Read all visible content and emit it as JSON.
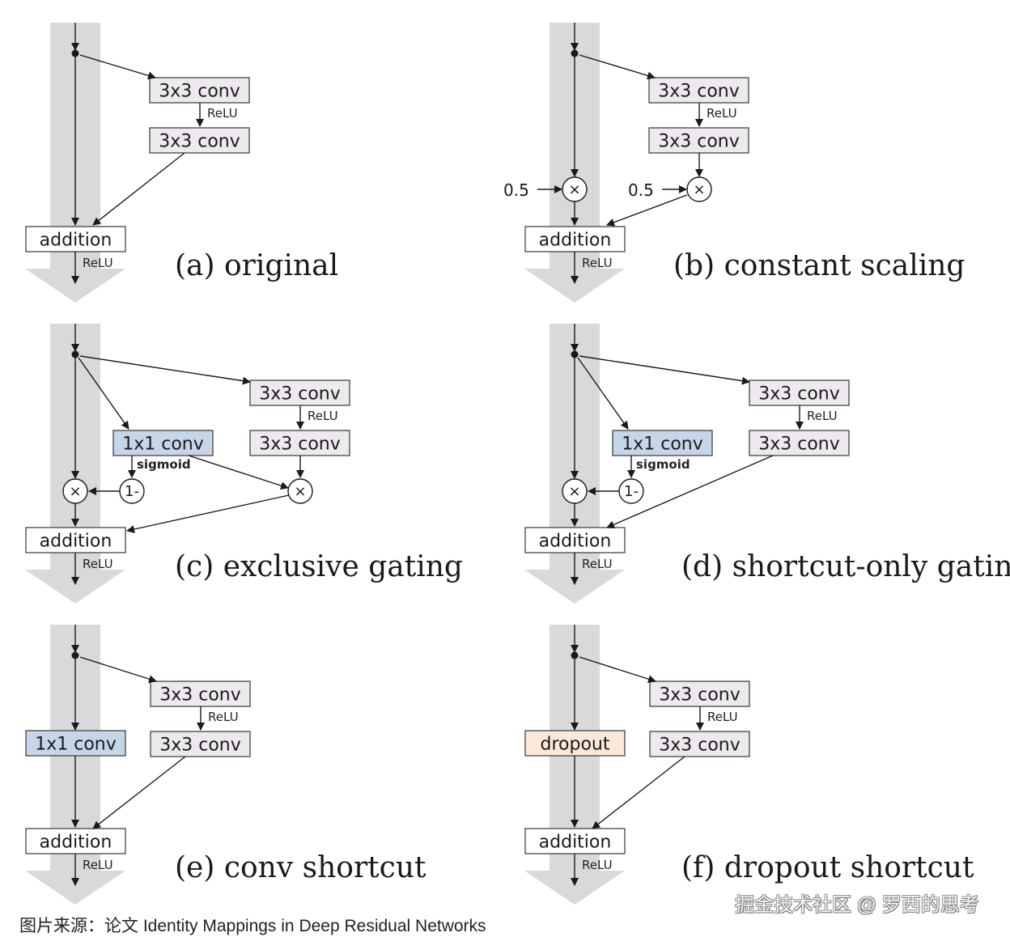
{
  "colors": {
    "highway": "#d9d9d9",
    "conv3": "#ede9ee",
    "conv1": "#c5d6e9",
    "dropout": "#fbe8d7",
    "addition": "#ffffff",
    "stroke": "#1a1a1a"
  },
  "labels": {
    "conv3x3": "3x3 conv",
    "conv1x1": "1x1 conv",
    "relu": "ReLU",
    "sigmoid": "sigmoid",
    "addition": "addition",
    "dropout": "dropout",
    "multiply": "×",
    "one_minus": "1-",
    "scale": "0.5"
  },
  "panels": [
    {
      "id": "a",
      "caption": "(a) original"
    },
    {
      "id": "b",
      "caption": "(b) constant scaling"
    },
    {
      "id": "c",
      "caption": "(c) exclusive gating"
    },
    {
      "id": "d",
      "caption": "(d) shortcut-only gating"
    },
    {
      "id": "e",
      "caption": "(e) conv shortcut"
    },
    {
      "id": "f",
      "caption": "(f) dropout shortcut"
    }
  ],
  "footer": {
    "source": "图片来源：论文 Identity Mappings in Deep Residual Networks",
    "watermark": "掘金技术社区 @ 罗西的思考"
  }
}
